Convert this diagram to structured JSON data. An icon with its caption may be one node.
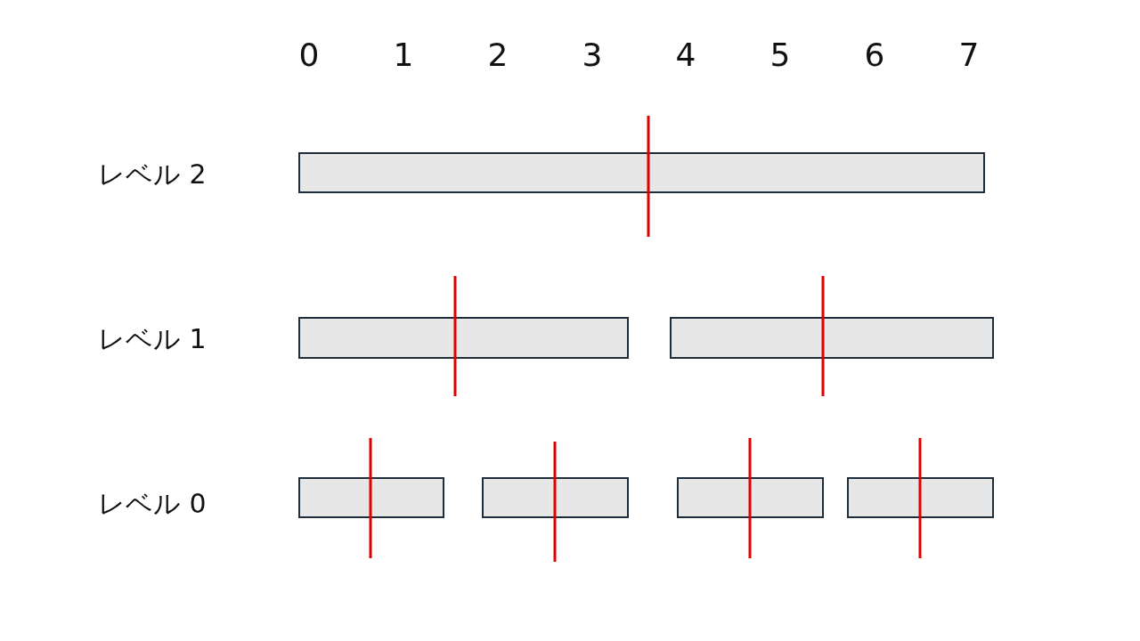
{
  "diagram": {
    "nodes": [
      {
        "text": [],
        "shape": "bar"
      },
      {
        "text": [],
        "shape": "bar"
      },
      {
        "text": [],
        "shape": "bar"
      },
      {
        "text": [],
        "shape": "bar"
      },
      {
        "text": [],
        "shape": "bar"
      },
      {
        "text": [],
        "shape": "bar"
      },
      {
        "text": [],
        "shape": "bar"
      }
    ],
    "edges": [],
    "labels": [
      "0",
      "1",
      "2",
      "3",
      "4",
      "5",
      "6",
      "7",
      "レベル 2",
      "レベル 1",
      "レベル 0"
    ]
  }
}
